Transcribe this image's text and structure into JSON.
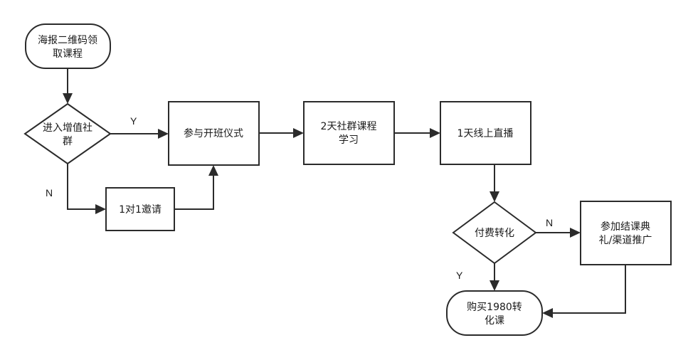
{
  "nodes": {
    "start": {
      "line1": "海报二维码领",
      "line2": "取课程",
      "shape": "rounded-terminal"
    },
    "enter_group": {
      "line1": "进入增值社",
      "line2": "群",
      "shape": "decision"
    },
    "ceremony": {
      "text": "参与开班仪式",
      "shape": "process"
    },
    "invite": {
      "text": "1对1邀请",
      "shape": "process"
    },
    "community": {
      "line1": "2天社群课程",
      "line2": "学习",
      "shape": "process"
    },
    "live": {
      "text": "1天线上直播",
      "shape": "process"
    },
    "pay": {
      "text": "付费转化",
      "shape": "decision"
    },
    "graduation": {
      "line1": "参加结课典",
      "line2": "礼/渠道推广",
      "shape": "process"
    },
    "purchase": {
      "line1": "购买1980转",
      "line2": "化课",
      "shape": "rounded-terminal"
    }
  },
  "edge_labels": {
    "enter_yes": "Y",
    "enter_no": "N",
    "pay_no": "N",
    "pay_yes": "Y"
  },
  "colors": {
    "stroke": "#2b2b2b",
    "fill": "#ffffff",
    "text": "#1a1a1a"
  }
}
